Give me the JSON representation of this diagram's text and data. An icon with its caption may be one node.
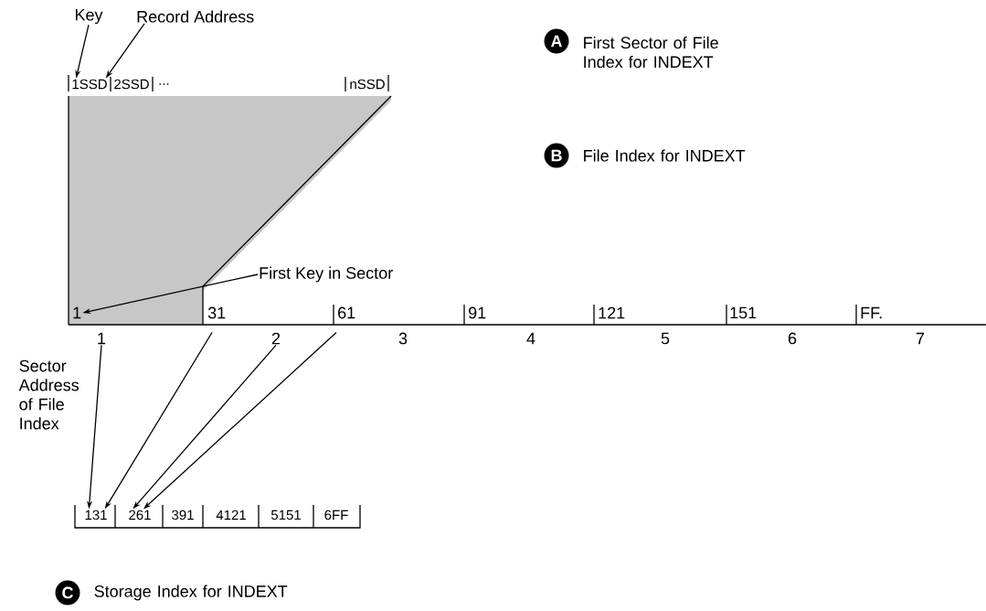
{
  "diagram": {
    "nodes": [
      {
        "text": [
          "Key"
        ]
      },
      {
        "text": [
          "Record Address"
        ]
      },
      {
        "text": [
          "1SSD"
        ]
      },
      {
        "text": [
          "2SSD"
        ]
      },
      {
        "text": [
          "..."
        ]
      },
      {
        "text": [
          "nSSD"
        ]
      },
      {
        "text": [
          "A"
        ],
        "beside": [
          "First Sector of File Index for INDEXT"
        ]
      },
      {
        "text": [
          "B"
        ],
        "beside": [
          "File Index for INDEXT"
        ]
      },
      {
        "text": [
          "First Key in Sector"
        ]
      },
      {
        "text": [
          "1"
        ]
      },
      {
        "text": [
          "31"
        ]
      },
      {
        "text": [
          "61"
        ]
      },
      {
        "text": [
          "91"
        ]
      },
      {
        "text": [
          "121"
        ]
      },
      {
        "text": [
          "151"
        ]
      },
      {
        "text": [
          "FF."
        ]
      },
      {
        "text": [
          "1"
        ]
      },
      {
        "text": [
          "2"
        ]
      },
      {
        "text": [
          "3"
        ]
      },
      {
        "text": [
          "4"
        ]
      },
      {
        "text": [
          "5"
        ]
      },
      {
        "text": [
          "6"
        ]
      },
      {
        "text": [
          "7"
        ]
      },
      {
        "text": [
          "131"
        ]
      },
      {
        "text": [
          "261"
        ]
      },
      {
        "text": [
          "391"
        ]
      },
      {
        "text": [
          "4121"
        ]
      },
      {
        "text": [
          "5151"
        ]
      },
      {
        "text": [
          "6FF"
        ]
      },
      {
        "text": [
          "C"
        ],
        "beside": [
          "Storage Index for INDEXT"
        ]
      }
    ],
    "edges": [
      {
        "from": 0,
        "to": 2,
        "arrow": "to"
      },
      {
        "from": 1,
        "to": 2,
        "arrow": "to"
      },
      {
        "from": 8,
        "to": 9,
        "arrow": "to"
      },
      {
        "from": 16,
        "to": 23,
        "arrow": "to"
      },
      {
        "from": 10,
        "to": 23,
        "arrow": "to"
      },
      {
        "from": 17,
        "to": 24,
        "arrow": "to"
      },
      {
        "from": 11,
        "to": 24,
        "arrow": "to"
      }
    ],
    "labels": [
      "Sector Address of File Index"
    ]
  }
}
